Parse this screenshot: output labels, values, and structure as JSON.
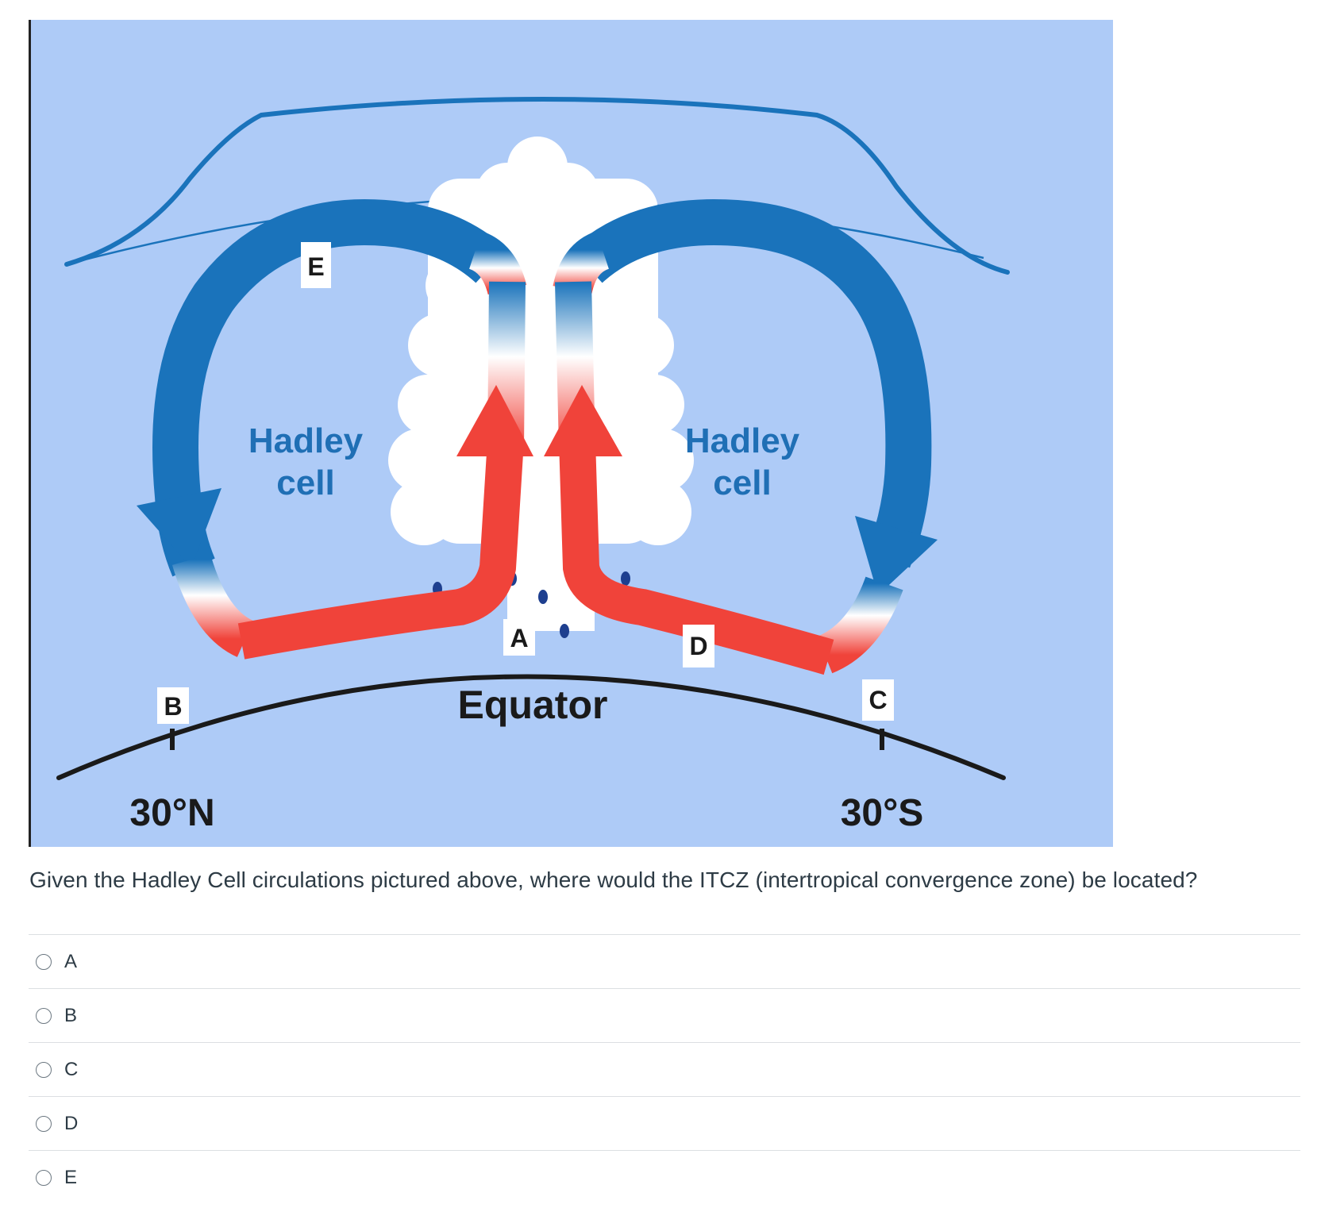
{
  "diagram": {
    "labels": {
      "hadley_left_line1": "Hadley",
      "hadley_left_line2": "cell",
      "hadley_right_line1": "Hadley",
      "hadley_right_line2": "cell",
      "equator": "Equator",
      "lat_north": "30°N",
      "lat_south": "30°S",
      "marker_a": "A",
      "marker_b": "B",
      "marker_c": "C",
      "marker_d": "D",
      "marker_e": "E"
    },
    "colors": {
      "sky": "#aecbf7",
      "cold_air": "#1a73bb",
      "warm_air": "#f0433a",
      "tropopause": "#1a73bb",
      "earth_line": "#1a1a1a",
      "label_text": "#1f6fb5",
      "raindrop": "#1e3f8f"
    }
  },
  "question": {
    "text": "Given the Hadley Cell circulations pictured above, where would the ITCZ (intertropical convergence zone) be located?"
  },
  "options": [
    {
      "letter": "A"
    },
    {
      "letter": "B"
    },
    {
      "letter": "C"
    },
    {
      "letter": "D"
    },
    {
      "letter": "E"
    }
  ]
}
